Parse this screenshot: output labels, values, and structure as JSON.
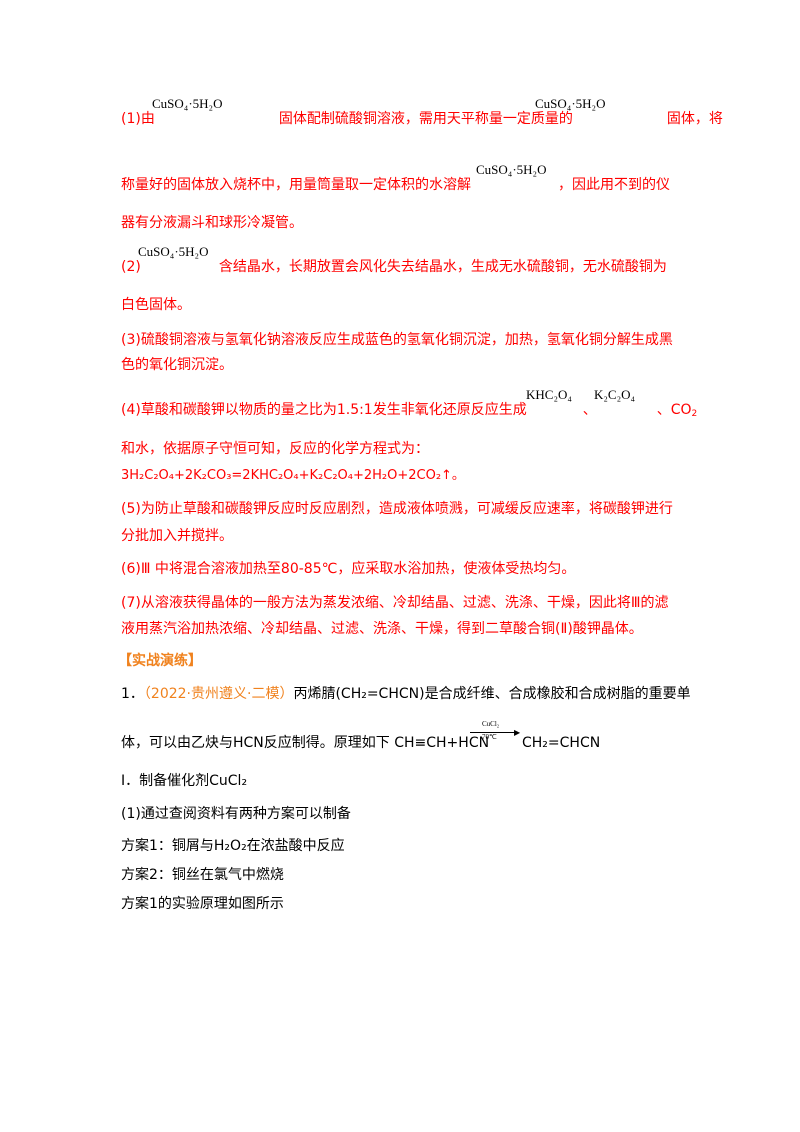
{
  "formula": {
    "cuso4": "CuSO₄·5H₂O",
    "khc2o4": "KHC₂O₄",
    "k2c2o4": "K₂C₂O₄",
    "co2": "CO₂"
  },
  "answers": {
    "a1_prefix": "(1)由",
    "a1_mid": "固体配制硫酸铜溶液，需用天平称量一定质量的",
    "a1_end": "固体，将",
    "a1_line2a": "称量好的固体放入烧杯中，用量筒量取一定体积的水溶解",
    "a1_line2b": "，因此用不到的仪",
    "a1_line3": "器有分液漏斗和球形冷凝管。",
    "a2_prefix": "(2)",
    "a2_text": "含结晶水，长期放置会风化失去结晶水，生成无水硫酸铜，无水硫酸铜为",
    "a2_line2": "白色固体。",
    "a3_line1": "(3)硫酸铜溶液与氢氧化钠溶液反应生成蓝色的氢氧化铜沉淀，加热，氢氧化铜分解生成黑",
    "a3_line2": "色的氧化铜沉淀。",
    "a4_line1": "(4)草酸和碳酸钾以物质的量之比为1.5:1发生非氧化还原反应生成",
    "a4_sep1": "、",
    "a4_sep2": "、",
    "a4_co2": "CO",
    "a4_line2": "和水，依据原子守恒可知，反应的化学方程式为：",
    "a4_equation": "3H₂C₂O₄+2K₂CO₃=2KHC₂O₄+K₂C₂O₄+2H₂O+2CO₂↑。",
    "a5_line1": "(5)为防止草酸和碳酸钾反应时反应剧烈，造成液体喷溅，可减缓反应速率，将碳酸钾进行",
    "a5_line2": "分批加入并搅拌。",
    "a6_line1": "(6)Ⅲ 中将混合溶液加热至80-85℃，应采取水浴加热，使液体受热均匀。",
    "a7_line1": "(7)从溶液获得晶体的一般方法为蒸发浓缩、冷却结晶、过滤、洗涤、干燥，因此将Ⅲ的滤",
    "a7_line2": "液用蒸汽浴加热浓缩、冷却结晶、过滤、洗涤、干燥，得到二草酸合铜(Ⅱ)酸钾晶体。"
  },
  "section": {
    "title": "【实战演练】"
  },
  "question": {
    "number": "1．",
    "source": "（2022·贵州遵义·二模）",
    "line1": "丙烯腈(CH₂=CHCN)是合成纤维、合成橡胶和合成树脂的重要单",
    "line2": "体，可以由乙炔与HCN反应制得。原理如下 CH≡CH+HCN",
    "product": "CH₂=CHCN",
    "arrow_catalyst": "CuCl₂",
    "arrow_temp": "70℃",
    "part1_title": "Ⅰ．制备催化剂CuCl₂",
    "p1": "(1)通过查阅资料有两种方案可以制备",
    "p2": "方案1：铜屑与H₂O₂在浓盐酸中反应",
    "p3": "方案2：铜丝在氯气中燃烧",
    "p4": "方案1的实验原理如图所示"
  }
}
